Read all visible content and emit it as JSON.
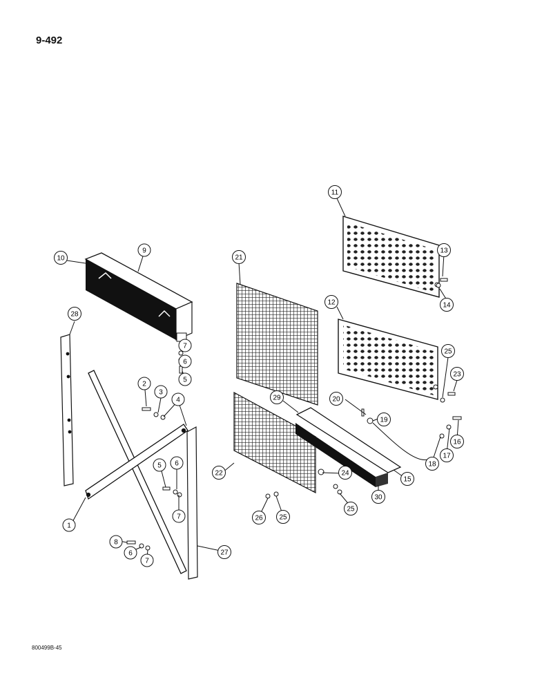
{
  "page_number": "9-492",
  "figure_code": "800499B-45",
  "callouts": [
    "1",
    "2",
    "3",
    "4",
    "5",
    "5",
    "6",
    "6",
    "6",
    "7",
    "7",
    "7",
    "8",
    "9",
    "10",
    "11",
    "12",
    "13",
    "14",
    "15",
    "16",
    "17",
    "18",
    "19",
    "20",
    "21",
    "22",
    "23",
    "24",
    "25",
    "25",
    "25",
    "26",
    "27",
    "28",
    "29",
    "30"
  ]
}
